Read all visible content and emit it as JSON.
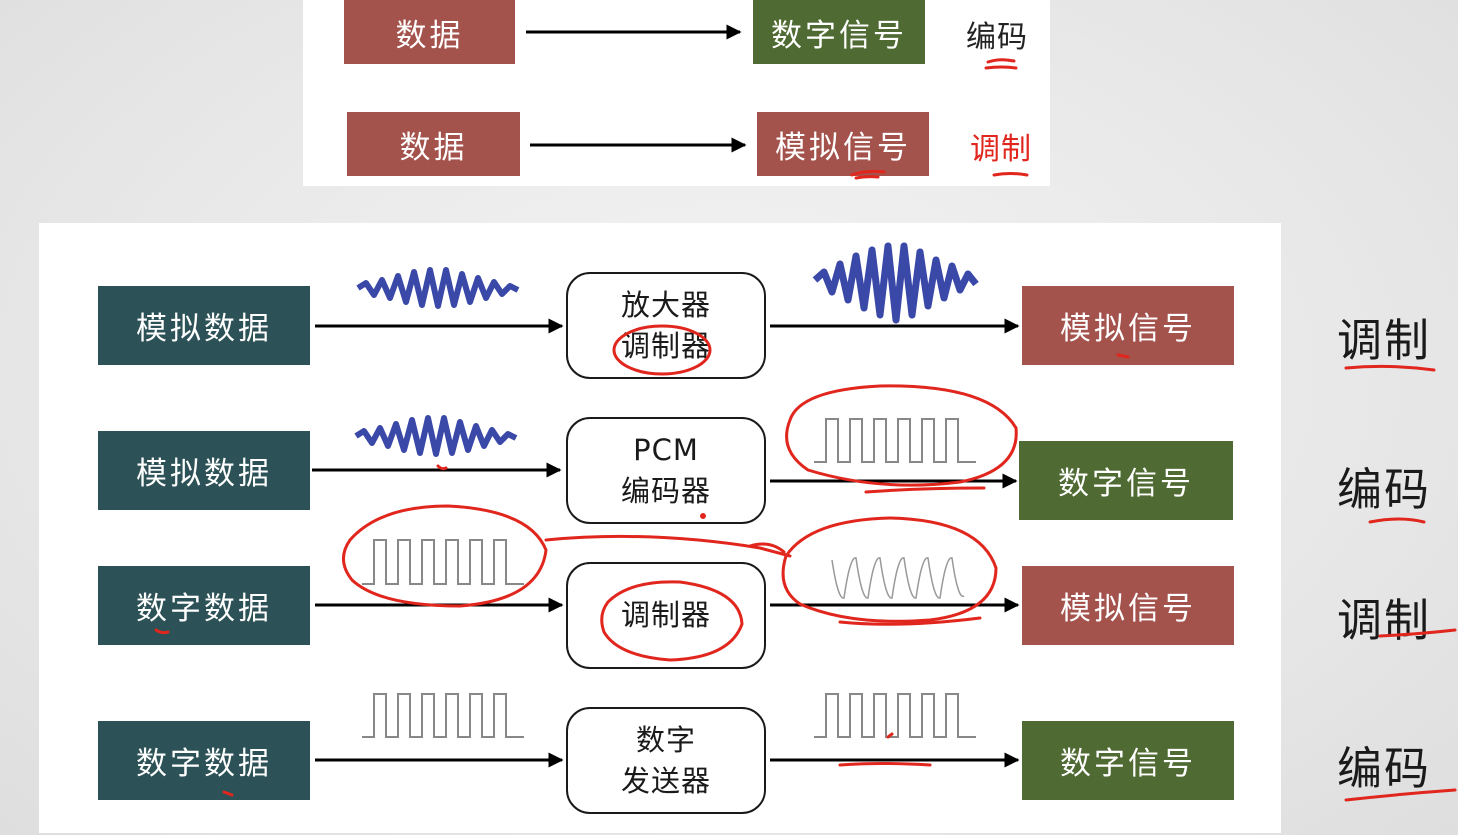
{
  "top_panel": {
    "rows": [
      {
        "source": "数据",
        "target": "数字信号",
        "label": "编码",
        "label_color": "#222222"
      },
      {
        "source": "数据",
        "target": "模拟信号",
        "label": "调制",
        "label_color": "#e0261d"
      }
    ]
  },
  "main_panel": {
    "rows": [
      {
        "source": "模拟数据",
        "process": [
          "放大器",
          "调制器"
        ],
        "target": "模拟信号",
        "label": "调制"
      },
      {
        "source": "模拟数据",
        "process": [
          "PCM",
          "编码器"
        ],
        "target": "数字信号",
        "label": "编码"
      },
      {
        "source": "数字数据",
        "process": [
          "调制器"
        ],
        "target": "模拟信号",
        "label": "调制"
      },
      {
        "source": "数字数据",
        "process": [
          "数字",
          "发送器"
        ],
        "target": "数字信号",
        "label": "编码"
      }
    ]
  },
  "colors": {
    "data_block": "#a3524c",
    "digital_signal": "#4f6a32",
    "analog_signal": "#a3524c",
    "source_block": "#2c5257",
    "analog_wave": "#3a48a8",
    "annotation": "#e0261d"
  }
}
